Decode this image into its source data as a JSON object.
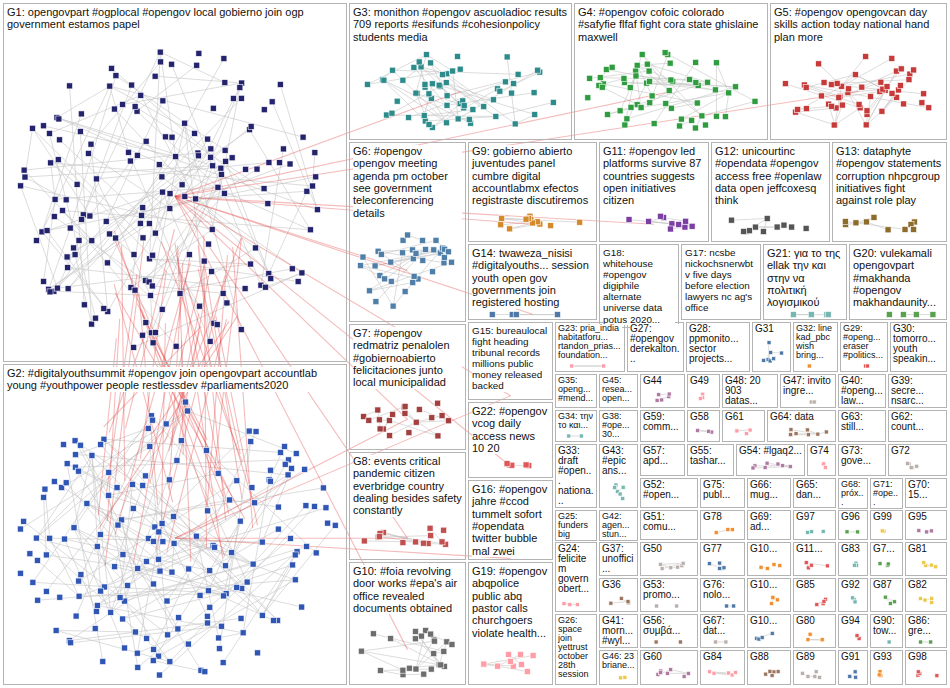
{
  "diagram": {
    "nodes": [
      {
        "text": [
          "G1: opengovpart #ogplocal #opengov local gobierno join ogp government estamos papel"
        ]
      },
      {
        "text": [
          "G2: #digitalyouthsummit #opengov join opengovpart accountlab young #youthpower people restlessdev #parliaments2020"
        ]
      },
      {
        "text": [
          "G3: monithon #opengov ascuoladioc results 709 reports #esifunds #cohesionpolicy students media"
        ]
      },
      {
        "text": [
          "G4: #opengov cofoic colorado #safyfie flfaf fight cora state ghislaine maxwell"
        ]
      },
      {
        "text": [
          "G5: #opengov opengovcan day skills action today national hand plan more"
        ]
      },
      {
        "text": [
          "G6: #opengov opengov meeting agenda pm october see government teleconferencing details"
        ]
      },
      {
        "text": [
          "G9: gobierno abierto juventudes panel cumbre digital accountlabmx efectos registraste discutiremos"
        ]
      },
      {
        "text": [
          "G11: #opengov led platforms survive 87 countries suggests open initiatives citizen"
        ]
      },
      {
        "text": [
          "G12: unicourtinc #opendata #opengov access free #openlaw data open jeffcoxesq think"
        ]
      },
      {
        "text": [
          "G13: dataphyte #opengov statements corruption nhpcgroup initiatives fight against role play"
        ]
      },
      {
        "text": [
          "G14: twaweza_nisisi #digitalyouths... session youth open gov governments join registered hosting"
        ]
      },
      {
        "text": [
          "G18: whitehouse #opengov digiphile alternate universe data potus 2020..."
        ]
      },
      {
        "text": [
          "G17: ncsbe nickochsnerwbtv five days before election lawyers nc ag's office"
        ]
      },
      {
        "text": [
          "G21: για το της ellak την και στην να πολιτική λογισμικού"
        ]
      },
      {
        "text": [
          "G20: vulekamali opengovpart #makhanda #opengov makhandaunity..."
        ]
      },
      {
        "text": [
          "G7: #opengov redmatriz penalolen #gobiernoabierto felicitaciones junto local municipalidad"
        ]
      },
      {
        "text": [
          "G15: bureaulocal fight heading tribunal records millions public money released backed"
        ]
      },
      {
        "text": [
          "G23: pria_india habitatforu... rtandon_prias... foundation..."
        ]
      },
      {
        "text": [
          "G27: #opengov derekalton..."
        ]
      },
      {
        "text": [
          "G28: ppmonito... sector projects..."
        ]
      },
      {
        "text": [
          "G31"
        ]
      },
      {
        "text": [
          "G32: line kad_pbc wish bring..."
        ]
      },
      {
        "text": [
          "G29: #openg... eraser #politics..."
        ]
      },
      {
        "text": [
          "G30: tomorro... youth speakin..."
        ]
      },
      {
        "text": [
          "G35: openg... #mend..."
        ]
      },
      {
        "text": [
          "G45: resea... open..."
        ]
      },
      {
        "text": [
          "G44"
        ]
      },
      {
        "text": [
          "G49"
        ]
      },
      {
        "text": [
          "G48: 20 903 datas..."
        ]
      },
      {
        "text": [
          "G47: invito ingre..."
        ]
      },
      {
        "text": [
          "G40: #openg... law..."
        ]
      },
      {
        "text": [
          "G39: secre... nsarc..."
        ]
      },
      {
        "text": [
          "G22: #opengov vcog daily access news 10 20"
        ]
      },
      {
        "text": [
          "G34: την το και..."
        ]
      },
      {
        "text": [
          "G38: #ope... 30..."
        ]
      },
      {
        "text": [
          "G59: comm..."
        ]
      },
      {
        "text": [
          "G58"
        ]
      },
      {
        "text": [
          "G61"
        ]
      },
      {
        "text": [
          "G64: data"
        ]
      },
      {
        "text": [
          "G63: still..."
        ]
      },
      {
        "text": [
          "G62: count..."
        ]
      },
      {
        "text": [
          "G8: events critical pandemic citizen everbridge country dealing besides safety constantly"
        ]
      },
      {
        "text": [
          "G33: draft #open... nationa..."
        ]
      },
      {
        "text": [
          "G43: #epic ans..."
        ]
      },
      {
        "text": [
          "G57: apd..."
        ]
      },
      {
        "text": [
          "G55: tashar..."
        ]
      },
      {
        "text": [
          "G54: #lgaq2..."
        ]
      },
      {
        "text": [
          "G74"
        ]
      },
      {
        "text": [
          "G73: gove..."
        ]
      },
      {
        "text": [
          "G72"
        ]
      },
      {
        "text": [
          "G16: #opengov jahre #ccod tummelt sofort #opendata twitter bubble mal zwei"
        ]
      },
      {
        "text": [
          "G52: #open..."
        ]
      },
      {
        "text": [
          "G75: publ..."
        ]
      },
      {
        "text": [
          "G66: mug..."
        ]
      },
      {
        "text": [
          "G65: dan..."
        ]
      },
      {
        "text": [
          "G68: próx..."
        ]
      },
      {
        "text": [
          "G71: #ope..."
        ]
      },
      {
        "text": [
          "G70: 15..."
        ]
      },
      {
        "text": [
          "G25: funders big"
        ]
      },
      {
        "text": [
          "G42: agen... stun..."
        ]
      },
      {
        "text": [
          "G51: comu..."
        ]
      },
      {
        "text": [
          "G78"
        ]
      },
      {
        "text": [
          "G69: ad..."
        ]
      },
      {
        "text": [
          "G97"
        ]
      },
      {
        "text": [
          "G96"
        ]
      },
      {
        "text": [
          "G99"
        ]
      },
      {
        "text": [
          "G95"
        ]
      },
      {
        "text": [
          "G24: felicitem governobert..."
        ]
      },
      {
        "text": [
          "G37: unoffici..."
        ]
      },
      {
        "text": [
          "G50"
        ]
      },
      {
        "text": [
          "G77"
        ]
      },
      {
        "text": [
          "G10..."
        ]
      },
      {
        "text": [
          "G11..."
        ]
      },
      {
        "text": [
          "G83"
        ]
      },
      {
        "text": [
          "G7..."
        ]
      },
      {
        "text": [
          "G81"
        ]
      },
      {
        "text": [
          "G10: #foia revolving door works #epa's air office revealed documents obtained"
        ]
      },
      {
        "text": [
          "G19: #opengov abqpolice public abq pastor calls churchgoers violate health..."
        ]
      },
      {
        "text": [
          "G36"
        ]
      },
      {
        "text": [
          "G53: promo..."
        ]
      },
      {
        "text": [
          "G76: nolo..."
        ]
      },
      {
        "text": [
          "G10..."
        ]
      },
      {
        "text": [
          "G85"
        ]
      },
      {
        "text": [
          "G92"
        ]
      },
      {
        "text": [
          "G87"
        ]
      },
      {
        "text": [
          "G82"
        ]
      },
      {
        "text": [
          "G26: space join yettrust october 28th session"
        ]
      },
      {
        "text": [
          "G41: morn... #wyl..."
        ]
      },
      {
        "text": [
          "G56: συμβά..."
        ]
      },
      {
        "text": [
          "G67: dat..."
        ]
      },
      {
        "text": [
          "G10..."
        ]
      },
      {
        "text": [
          "G80"
        ]
      },
      {
        "text": [
          "G94"
        ]
      },
      {
        "text": [
          "G90: tow..."
        ]
      },
      {
        "text": [
          "G86: gre..."
        ]
      },
      {
        "text": [
          "G46: 23 briane..."
        ]
      },
      {
        "text": [
          "G60"
        ]
      },
      {
        "text": [
          "G84"
        ]
      },
      {
        "text": [
          "G88"
        ]
      },
      {
        "text": [
          "G89"
        ]
      },
      {
        "text": [
          "G91"
        ]
      },
      {
        "text": [
          "G93"
        ]
      },
      {
        "text": [
          "G98"
        ]
      }
    ]
  }
}
